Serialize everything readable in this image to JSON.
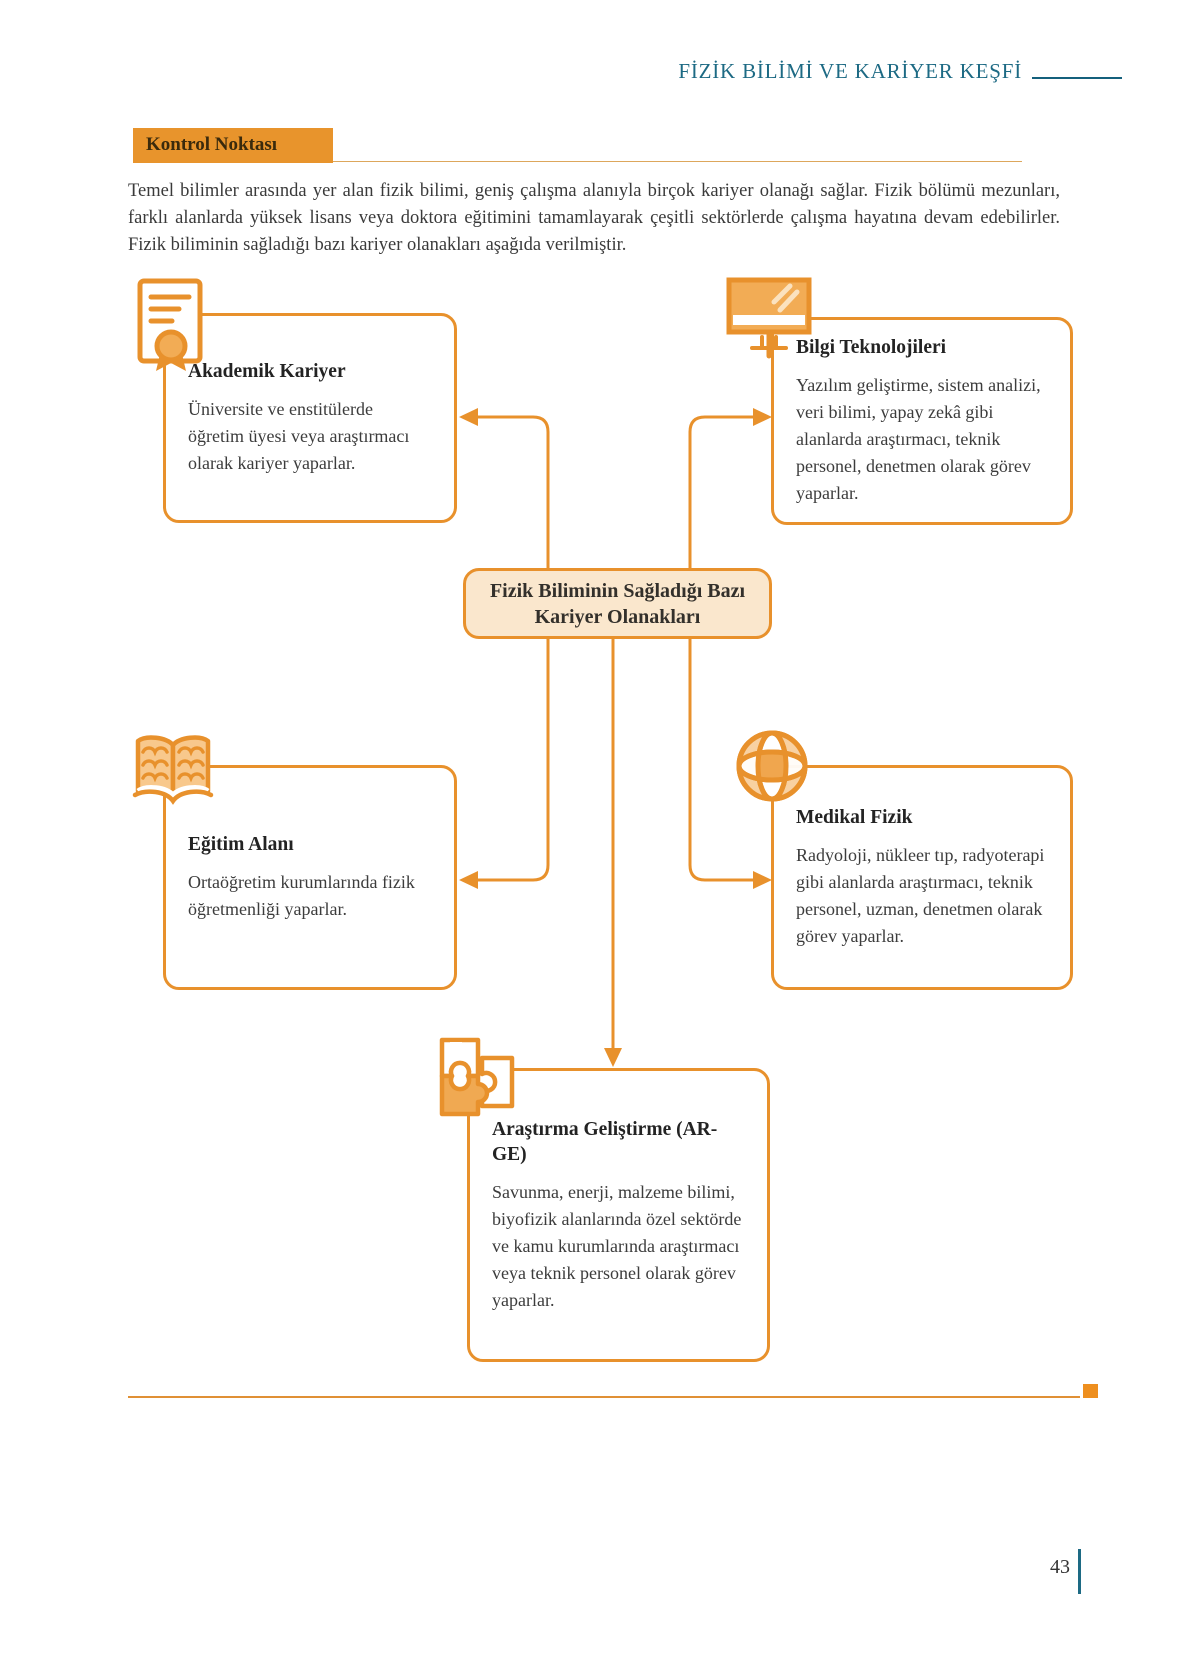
{
  "header": {
    "title": "FİZİK BİLİMİ VE KARİYER KEŞFİ"
  },
  "checkpoint": {
    "badge_label": "Kontrol Noktası",
    "paragraph": "Temel bilimler arasında yer alan fizik bilimi, geniş çalışma alanıyla birçok kariyer olanağı sağlar. Fizik bölümü mezunları, farklı alanlarda yüksek lisans veya doktora eğitimini tamamlayarak çeşitli sektörlerde çalışma hayatına devam edebilirler. Fizik biliminin sağladığı bazı kariyer olanakları aşağıda verilmiştir."
  },
  "diagram": {
    "center": {
      "title_line1": "Fizik Biliminin Sağladığı Bazı",
      "title_line2": "Kariyer Olanakları"
    },
    "cards": [
      {
        "title": "Akademik Kariyer",
        "body": "Üniversite ve enstitülerde öğretim üyesi veya araştırmacı olarak kariyer yaparlar.",
        "icon": "certificate-icon"
      },
      {
        "title": "Bilgi Teknolojileri",
        "body": "Yazılım geliştirme, sistem analizi, veri bilimi, yapay zekâ gibi alanlarda araştırmacı, teknik personel, denetmen olarak görev yaparlar.",
        "icon": "monitor-icon"
      },
      {
        "title": "Eğitim Alanı",
        "body": "Ortaöğretim kurumlarında fizik öğretmenliği yaparlar.",
        "icon": "open-book-icon"
      },
      {
        "title": "Medikal Fizik",
        "body": "Radyoloji, nükleer tıp, radyoterapi gibi alanlarda araştırmacı, teknik personel, uzman, denetmen olarak görev yaparlar.",
        "icon": "globe-icon"
      },
      {
        "title": "Araştırma Geliştirme (AR-GE)",
        "body": "Savunma, enerji, malzeme bilimi, biyofizik alanlarında özel sektörde ve kamu kurumlarında araştırmacı veya teknik personel olarak görev yaparlar.",
        "icon": "puzzle-icon"
      }
    ]
  },
  "footer": {
    "page_number": "43"
  },
  "colors": {
    "accent_orange": "#e8912c",
    "icon_fill_orange": "#f2ac55",
    "center_box_fill": "#fae7cd",
    "badge_orange": "#e8942c",
    "header_teal": "#1d6a84",
    "body_text": "#3a3a3a"
  }
}
